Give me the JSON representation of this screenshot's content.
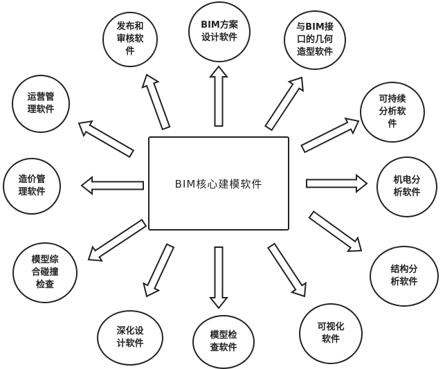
{
  "center": {
    "label": "BIM核心建模软件"
  },
  "nodes": {
    "publish": "发布和\n审核软\n件",
    "bim_plan": "BIM方案\n设计软件",
    "geometry": "与BIM接\n口的几何\n造型软件",
    "operations": "运营管\n理软件",
    "sustainability": "可持续\n分析软\n件",
    "cost": "造价管\n理软件",
    "mep": "机电分\n析软件",
    "clash": "模型综\n合碰撞\n检查",
    "structure": "结构分\n析软件",
    "deepen": "深化设\n计软件",
    "model_check": "模型检\n查软件",
    "visualization": "可视化\n软件"
  }
}
